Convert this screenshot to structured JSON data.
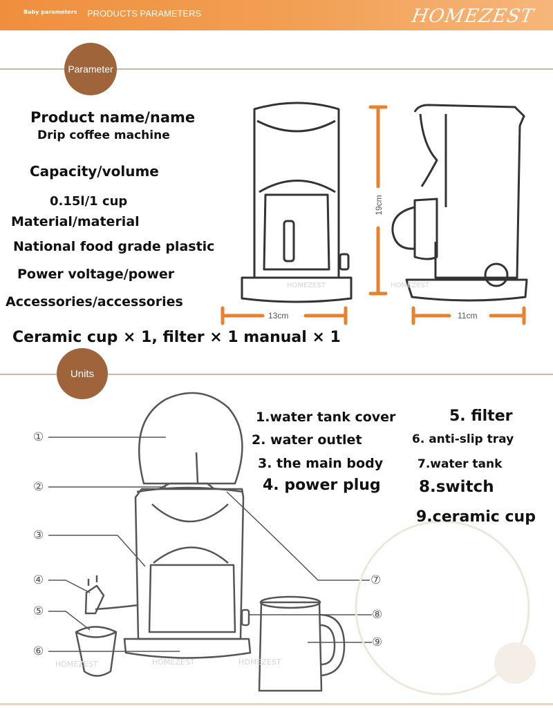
{
  "header": {
    "small_label": "Baby parameters",
    "title": "PRODUCTS PARAMETERS",
    "logo": "HOMEZEST"
  },
  "sections": {
    "parameter_badge": "Parameter",
    "units_badge": "Units"
  },
  "specs": {
    "product_name_label": "Product name/name",
    "product_name_value": "Drip coffee machine",
    "capacity_label": "Capacity/volume",
    "capacity_value": "0.15l/1 cup",
    "material_label": "Material/material",
    "material_value": "National food grade plastic",
    "power_label": "Power voltage/power",
    "accessories_label": "Accessories/accessories",
    "accessories_value": "Ceramic cup × 1, filter × 1 manual × 1"
  },
  "dimensions": {
    "height": "19cm",
    "width_front": "13cm",
    "width_side": "11cm"
  },
  "parts": {
    "p1": "1.water tank cover",
    "p2": "2. water outlet",
    "p3": "3. the main body",
    "p4": "4. power plug",
    "p5": "5. filter",
    "p6": "6. anti-slip tray",
    "p7": "7.water tank",
    "p8": "8.switch",
    "p9": "9.ceramic cup"
  },
  "callouts": [
    "①",
    "②",
    "③",
    "④",
    "⑤",
    "⑥",
    "⑦",
    "⑧",
    "⑨"
  ],
  "watermarks": [
    "HOMEZEST",
    "HOMEZEST",
    "HOMEZEST",
    "HOMEZEST",
    "HOMEZEST"
  ],
  "colors": {
    "accent": "#ef8f3e",
    "badge": "#a0643a",
    "line": "#333333"
  }
}
